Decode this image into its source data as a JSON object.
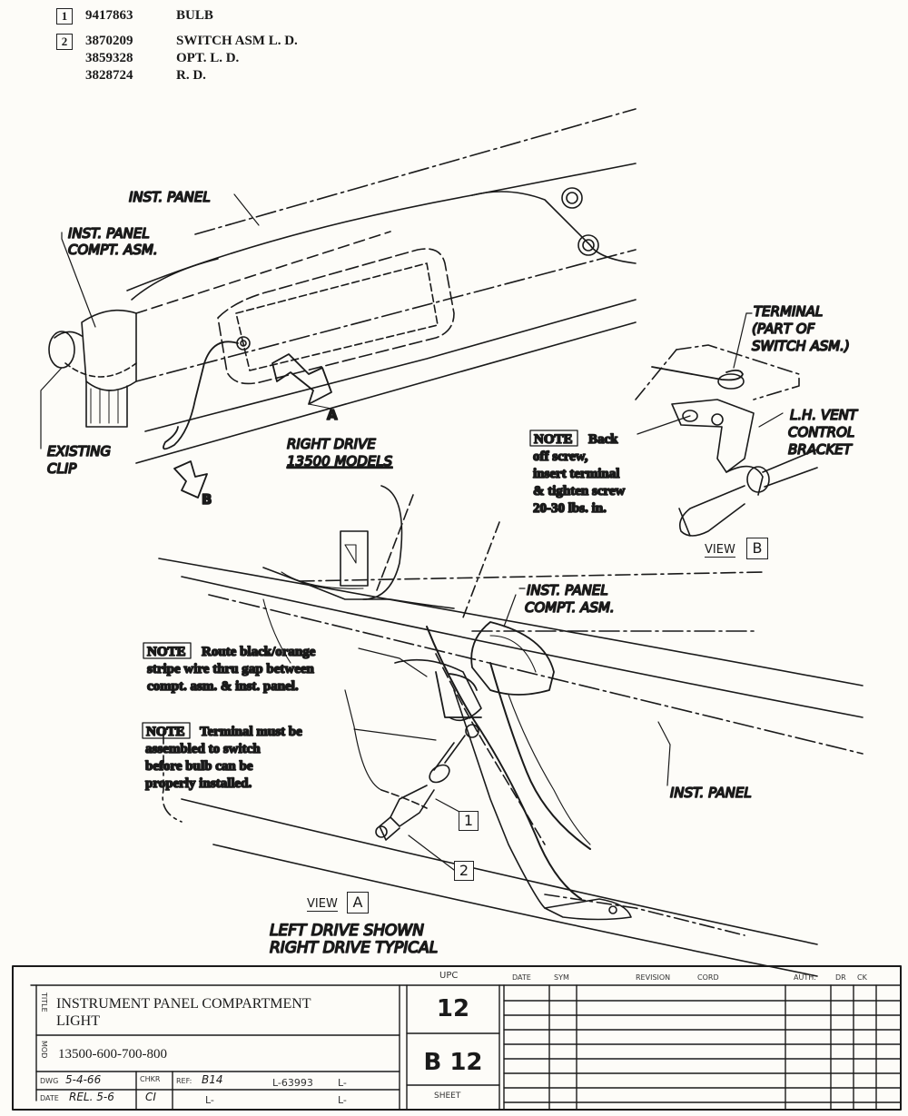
{
  "parts": [
    {
      "callout": "1",
      "number": "9417863",
      "description": "BULB"
    },
    {
      "callout": "2",
      "number": "3870209",
      "description": "SWITCH ASM L. D."
    },
    {
      "callout": "",
      "number": "3859328",
      "description": "OPT.  L. D."
    },
    {
      "callout": "",
      "number": "3828724",
      "description": "R. D."
    }
  ],
  "labels": {
    "inst_panel_top": "INST. PANEL",
    "compt_asm_1": "INST. PANEL",
    "compt_asm_2": "COMPT. ASM.",
    "existing_clip_1": "EXISTING",
    "existing_clip_2": "CLIP",
    "right_drive_1": "RIGHT DRIVE",
    "right_drive_2": "13500 MODELS",
    "arrow_a": "A",
    "arrow_b": "B",
    "terminal_1": "TERMINAL",
    "terminal_2": "(PART OF",
    "terminal_3": "SWITCH ASM.)",
    "vent_1": "L.H. VENT",
    "vent_2": "CONTROL",
    "vent_3": "BRACKET",
    "view_b_word": "VIEW",
    "view_b_letter": "B",
    "compt_asm_lower_1": "INST. PANEL",
    "compt_asm_lower_2": "COMPT. ASM.",
    "inst_panel_lower": "INST. PANEL",
    "view_a_word": "VIEW",
    "view_a_letter": "A",
    "left_drive_1": "LEFT DRIVE SHOWN",
    "left_drive_2": "RIGHT DRIVE TYPICAL",
    "callout_1": "1",
    "callout_2": "2"
  },
  "notes": {
    "tag": "NOTE",
    "back_off": [
      "Back",
      "off screw,",
      "insert terminal",
      "& tighten screw",
      "20-30 lbs. in."
    ],
    "route": [
      "Route black/orange",
      "stripe wire thru gap between",
      "compt. asm. & inst. panel."
    ],
    "terminal": [
      "Terminal must be",
      "assembled to switch",
      "before bulb can be",
      "properly installed."
    ]
  },
  "title_block": {
    "title_line1": "INSTRUMENT PANEL COMPARTMENT",
    "title_line2": "LIGHT",
    "model": "13500-600-700-800",
    "upc_header": "UPC",
    "upc": "12",
    "sheet": "B 12",
    "side_title": "TITLE",
    "side_mod": "MOD",
    "dwg_label": "DWG",
    "dwg_date": "5-4-66",
    "date_label": "DATE",
    "rel": "REL. 5-6",
    "chkr": "CHKR",
    "ci": "CI",
    "ref_label": "REF:",
    "ref": "B14",
    "l_num": "L-63993",
    "l1": "L-",
    "l2": "L-",
    "l3": "L-",
    "col_date": "DATE",
    "col_sym": "SYM",
    "col_revision": "REVISION",
    "col_cord": "CORD",
    "col_auth": "AUTH.",
    "col_dr": "DR",
    "col_ck": "CK",
    "sheet_label": "SHEET"
  }
}
